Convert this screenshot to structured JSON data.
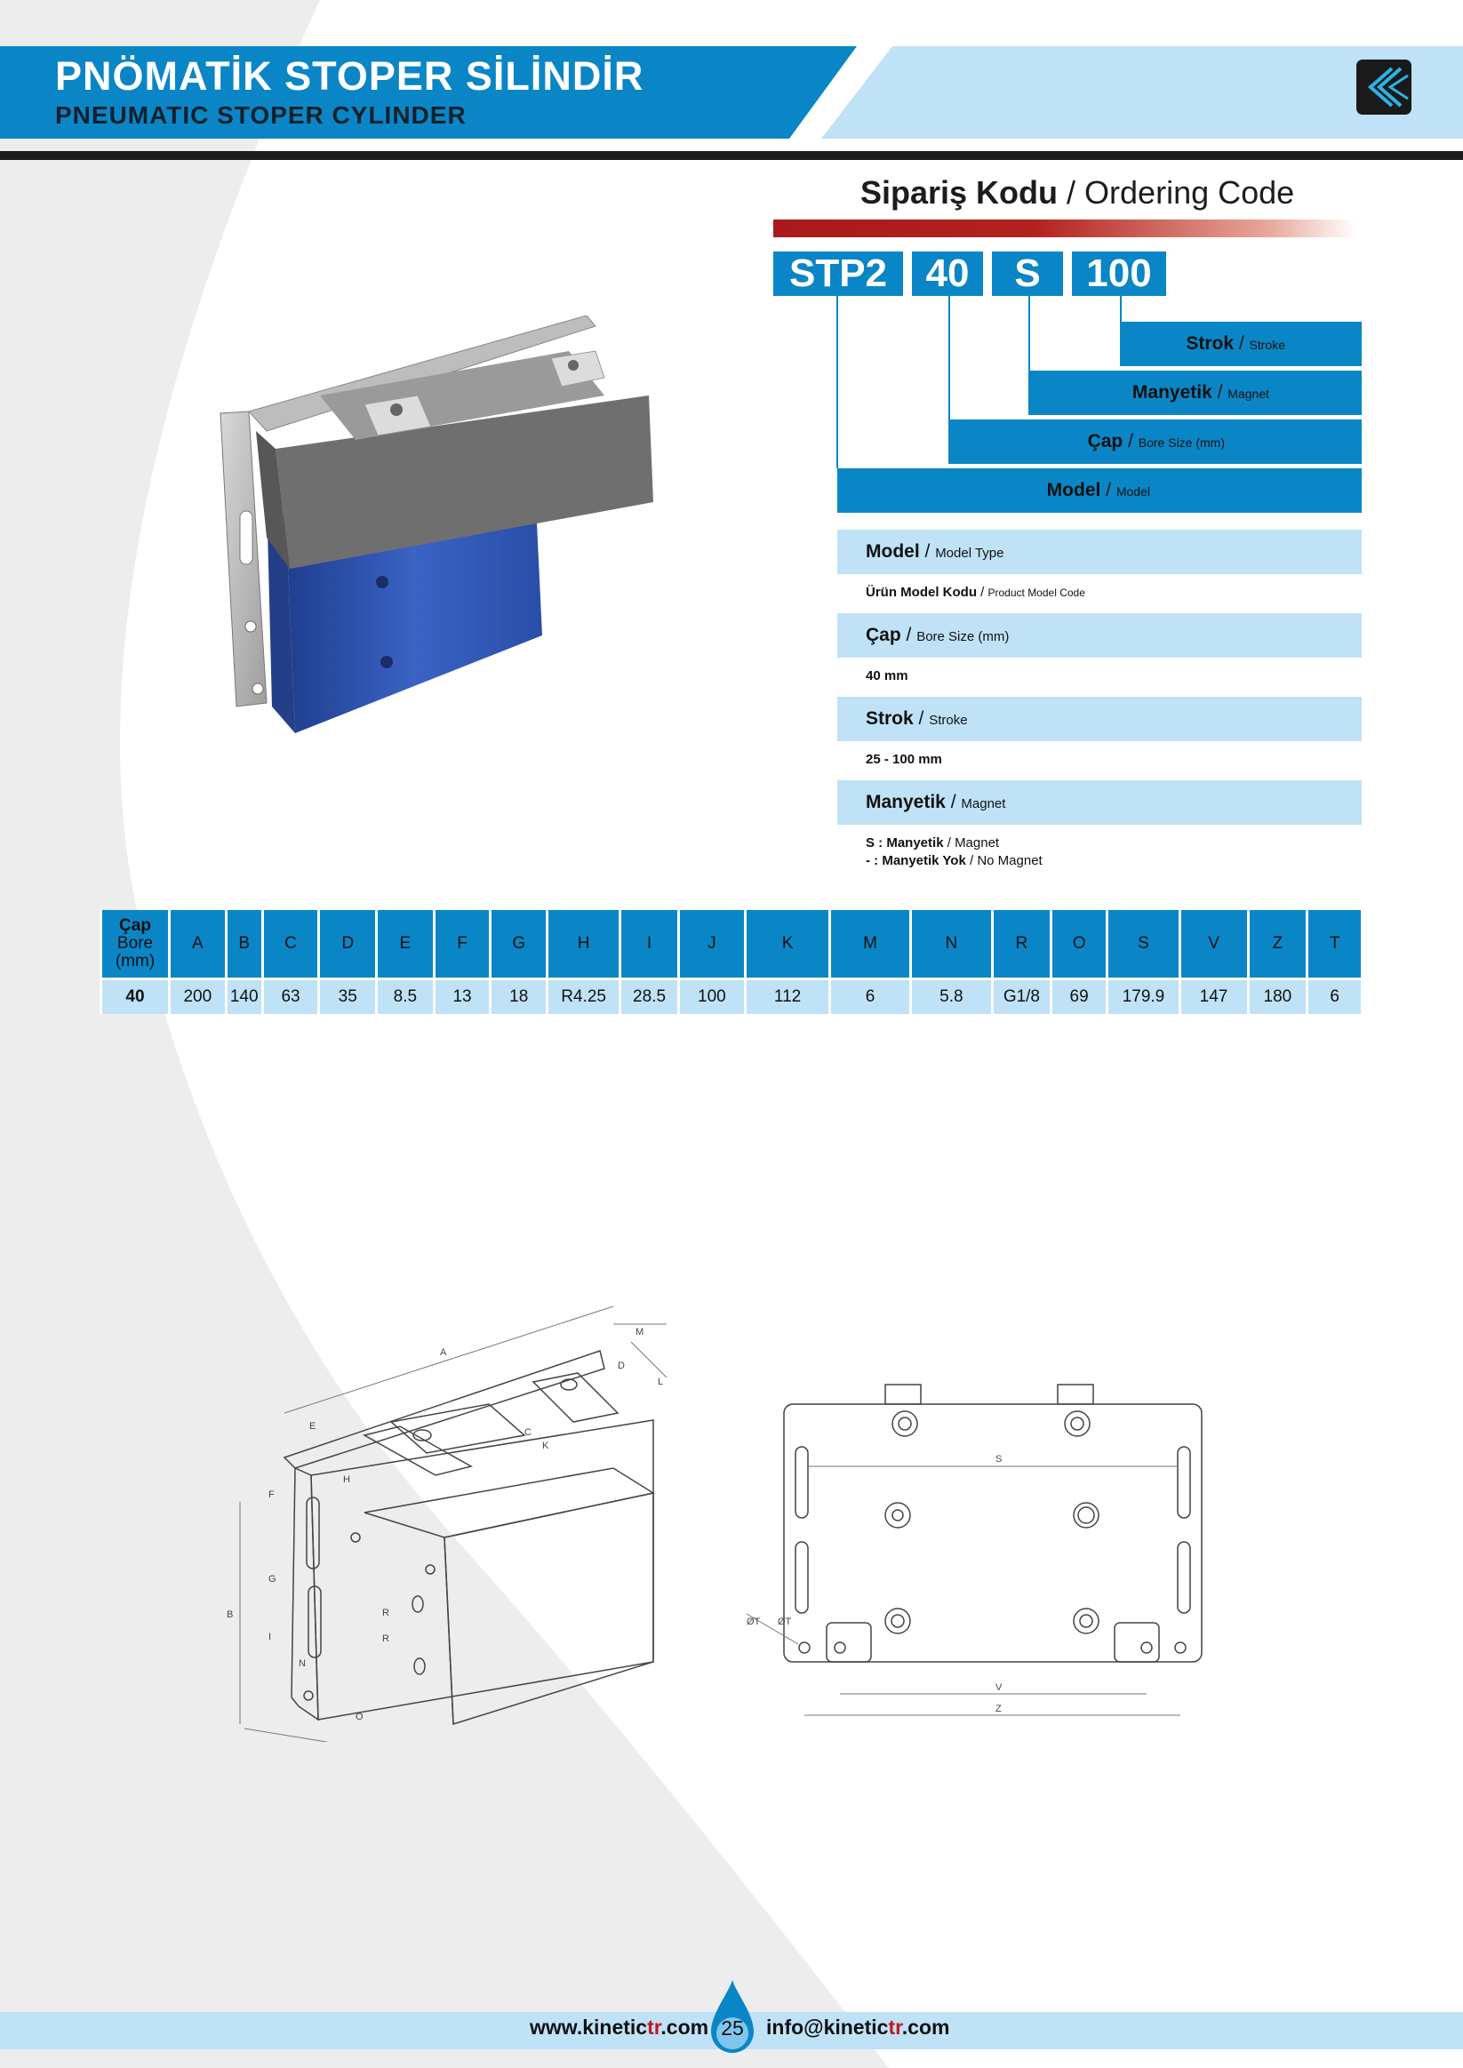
{
  "header": {
    "title_tr": "PNÖMATİK STOPER SİLİNDİR",
    "title_en": "PNEUMATIC STOPER CYLINDER",
    "logo_icon": "kinetic-logo-icon",
    "accent": "#0a86c6",
    "light_accent": "#bfe2f7"
  },
  "ordering": {
    "title_bold": "Sipariş Kodu",
    "title_sep": " / ",
    "title_en": "Ordering Code",
    "codes": [
      "STP2",
      "40",
      "S",
      "100"
    ],
    "labels": [
      {
        "tr": "Strok",
        "en": "Stroke"
      },
      {
        "tr": "Manyetik",
        "en": "Magnet"
      },
      {
        "tr": "Çap",
        "en": "Bore Size (mm)"
      },
      {
        "tr": "Model",
        "en": "Model"
      }
    ]
  },
  "details": {
    "model": {
      "tr": "Model",
      "en": "Model Type",
      "value_tr": "Ürün Model Kodu",
      "value_en": "Product Model Code"
    },
    "bore": {
      "tr": "Çap",
      "en": "Bore Size (mm)",
      "value": "40  mm"
    },
    "stroke": {
      "tr": "Strok",
      "en": "Stroke",
      "value": "25 - 100 mm"
    },
    "magnet": {
      "tr": "Manyetik",
      "en": "Magnet",
      "opt1_code": "S : ",
      "opt1_tr": "Manyetik",
      "opt1_en": "Magnet",
      "opt2_code": "-  : ",
      "opt2_tr": "Manyetik Yok",
      "opt2_en": "No Magnet"
    },
    "sep": " / "
  },
  "table": {
    "first_header": [
      "Çap",
      "Bore",
      "(mm)"
    ],
    "headers": [
      "A",
      "B",
      "C",
      "D",
      "E",
      "F",
      "G",
      "H",
      "I",
      "J",
      "K",
      "M",
      "N",
      "R",
      "O",
      "S",
      "V",
      "Z",
      "T"
    ],
    "rows": [
      [
        "40",
        "200",
        "140",
        "63",
        "35",
        "8.5",
        "13",
        "18",
        "R4.25",
        "28.5",
        "100",
        "112",
        "6",
        "5.8",
        "G1/8",
        "69",
        "179.9",
        "147",
        "180",
        "6"
      ]
    ]
  },
  "drawing_labels": {
    "iso": [
      "A",
      "M",
      "D",
      "L",
      "E",
      "C",
      "K",
      "H",
      "F",
      "G",
      "B",
      "I",
      "N",
      "R",
      "R",
      "O"
    ],
    "front": [
      "S",
      "ØT",
      "ØT",
      "V",
      "Z"
    ]
  },
  "footer": {
    "web_a": "www.kinetic",
    "web_b": "tr",
    "web_c": ".com",
    "mail_a": "info@kinetic",
    "mail_b": "tr",
    "mail_c": ".com",
    "page": "25"
  }
}
